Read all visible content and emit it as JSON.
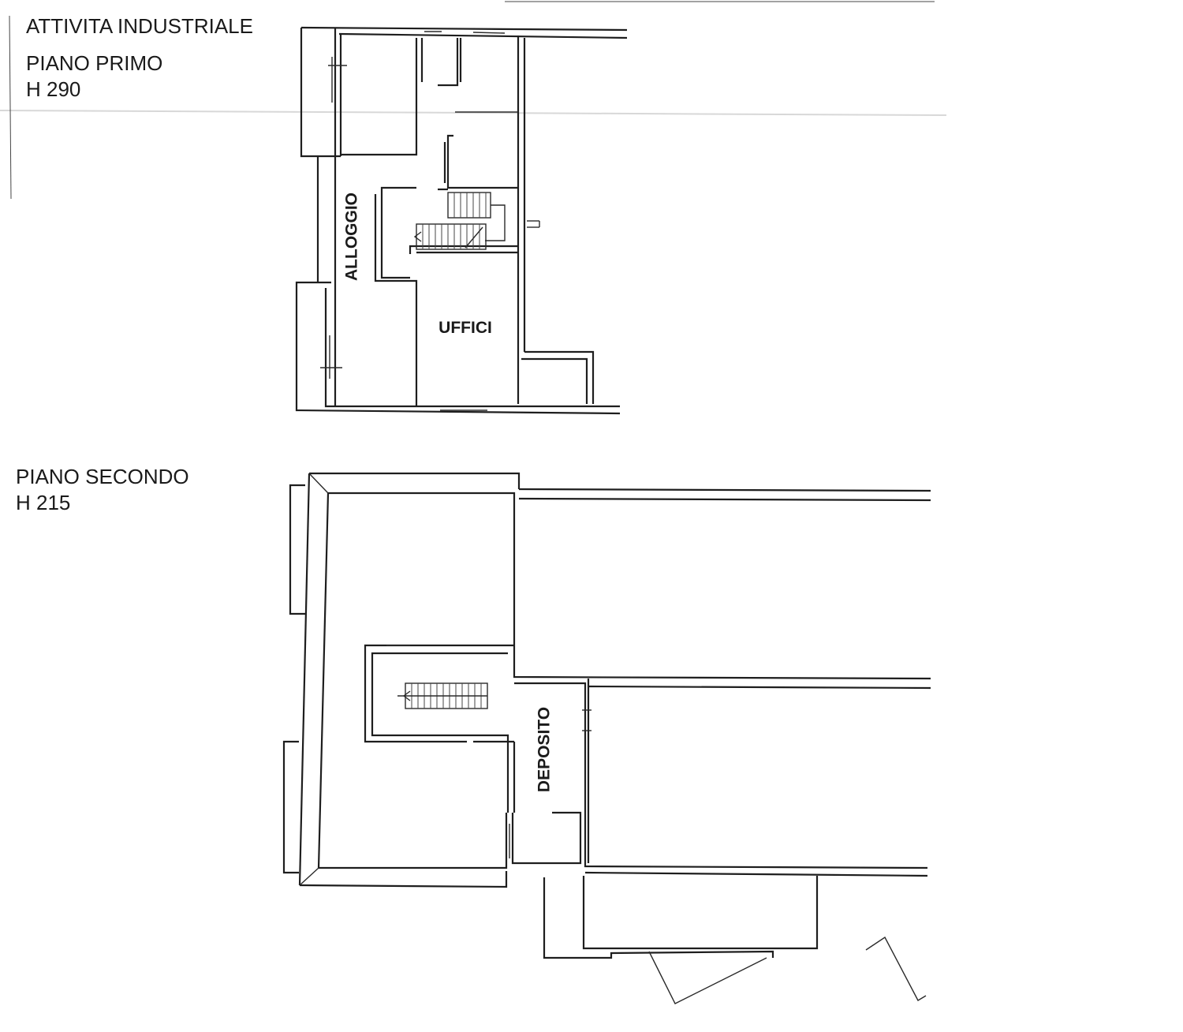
{
  "drawing": {
    "title": "ATTIVITA INDUSTRIALE",
    "floors": [
      {
        "name": "PIANO PRIMO",
        "height": "H 290",
        "rooms": [
          {
            "label": "ALLOGGIO"
          },
          {
            "label": "UFFICI"
          }
        ]
      },
      {
        "name": "PIANO SECONDO",
        "height": "H 215",
        "rooms": [
          {
            "label": "DEPOSITO"
          }
        ]
      }
    ]
  }
}
